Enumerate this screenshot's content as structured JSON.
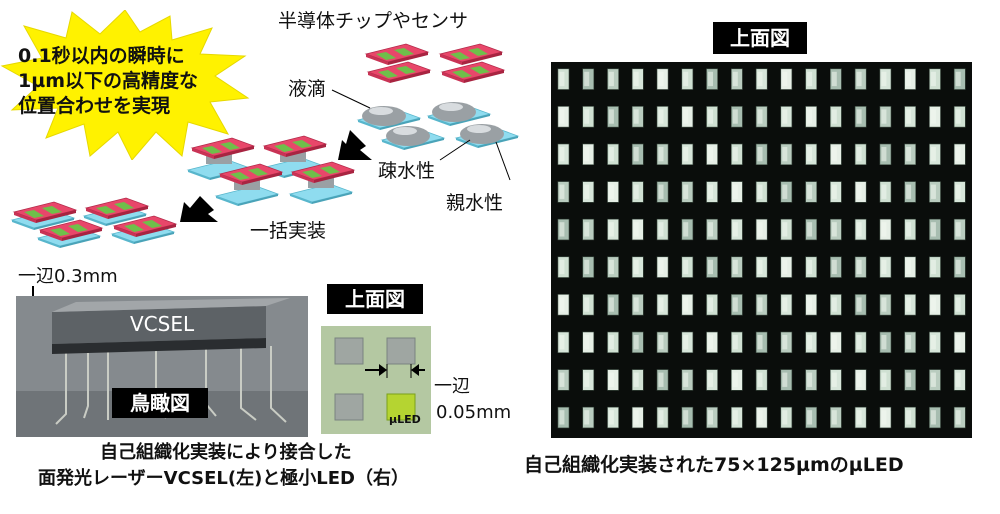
{
  "starburst": {
    "lines": [
      "0.1秒以内の瞬時に",
      "1µm以下の高精度な",
      "位置合わせを実現"
    ],
    "fill_color": "#fff200"
  },
  "process": {
    "chip_label": "半導体チップやセンサ",
    "droplet_label": "液滴",
    "hydrophobic_label": "疎水性",
    "hydrophilic_label": "親水性",
    "batch_label": "一括実装"
  },
  "vcsel_photo": {
    "dimension_label": "一辺0.3mm",
    "device_label": "VCSEL",
    "view_label": "鳥瞰図"
  },
  "led_photo": {
    "header": "上面図",
    "dimension_label_line1": "一辺",
    "dimension_label_line2": "0.05mm",
    "device_label": "µLED"
  },
  "left_caption": {
    "line1": "自己組織化実装により接合した",
    "line2": "面発光レーザーVCSEL(左)と極小LED（右）"
  },
  "right_panel": {
    "header": "上面図",
    "caption": "自己組織化実装された75×125µmのµLED"
  },
  "colors": {
    "chip_pink": "#e8476a",
    "chip_green": "#6fbf4a",
    "substrate_cyan": "#7fd3e6",
    "arrow": "#000000"
  }
}
